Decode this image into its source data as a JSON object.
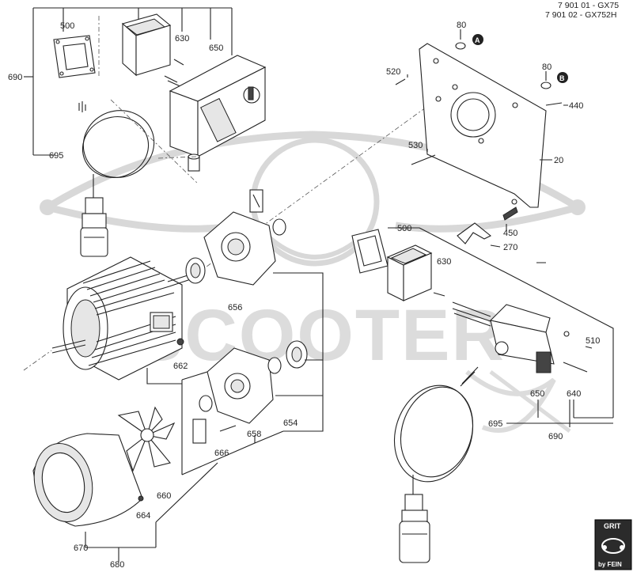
{
  "header": {
    "line1": "7 901 01 - GX75",
    "line2": "7 901 02 - GX752H"
  },
  "watermark": {
    "text": "SCOOTER"
  },
  "callouts": {
    "c500a": "500",
    "c630a": "630",
    "c650a": "650",
    "c690a": "690",
    "c695a": "695",
    "c80a": "80",
    "c80b": "80",
    "c520": "520",
    "c440": "440",
    "c530": "530",
    "c20": "20",
    "c450": "450",
    "c270": "270",
    "c500b": "500",
    "c630b": "630",
    "c656": "656",
    "c662": "662",
    "c510": "510",
    "c650b": "650",
    "c640": "640",
    "c695b": "695",
    "c690b": "690",
    "c654": "654",
    "c658": "658",
    "c666": "666",
    "c660": "660",
    "c664": "664",
    "c670": "670",
    "c680": "680"
  },
  "markers": {
    "a": "A",
    "b": "B"
  },
  "logo": {
    "top": "GRIT",
    "bottom": "by FEIN"
  }
}
